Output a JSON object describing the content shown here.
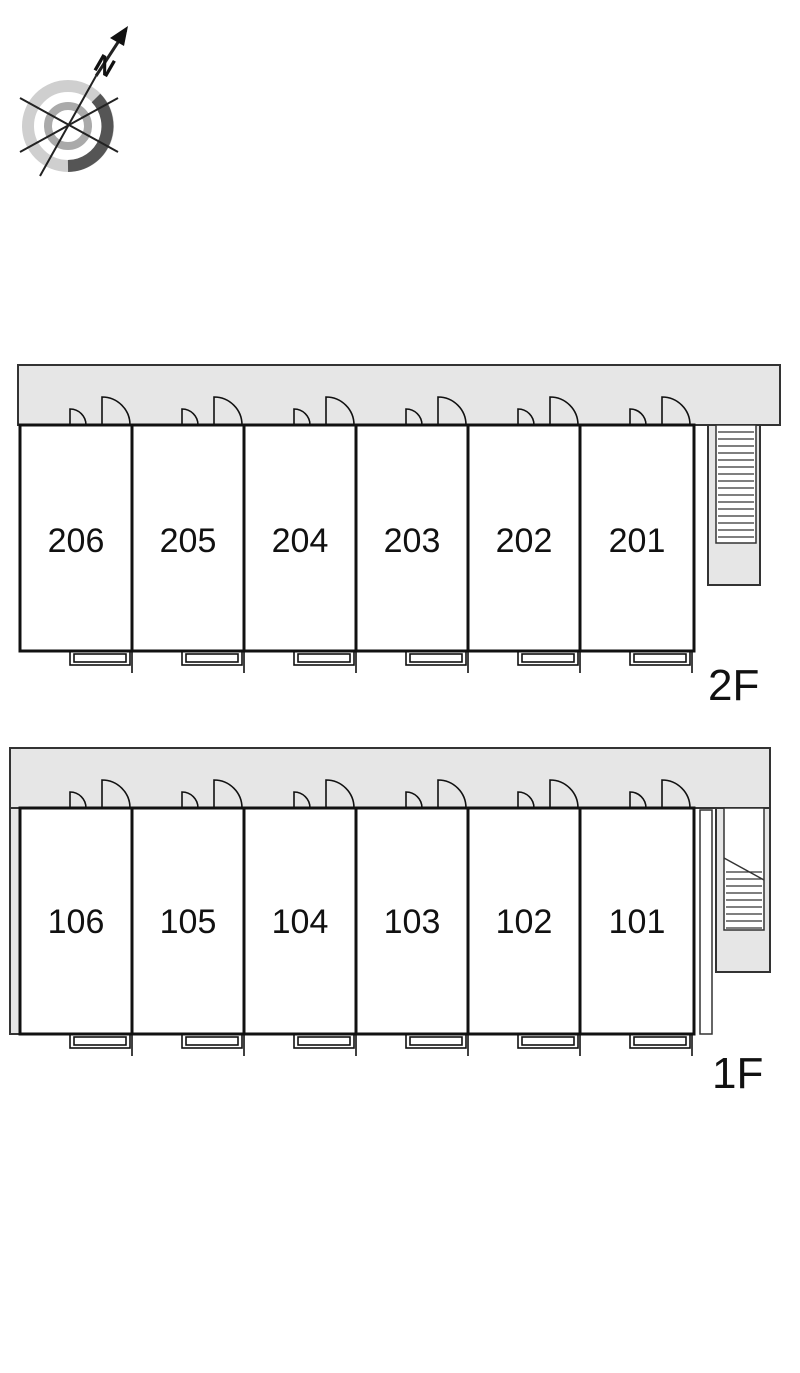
{
  "compass": {
    "north_label": "N",
    "icon": "compass-icon"
  },
  "floors": [
    {
      "label": "2F",
      "units": [
        "206",
        "205",
        "204",
        "203",
        "202",
        "201"
      ]
    },
    {
      "label": "1F",
      "units": [
        "106",
        "105",
        "104",
        "103",
        "102",
        "101"
      ]
    }
  ],
  "colors": {
    "corridor": "#e6e6e6",
    "wall": "#111111",
    "background": "#ffffff"
  }
}
